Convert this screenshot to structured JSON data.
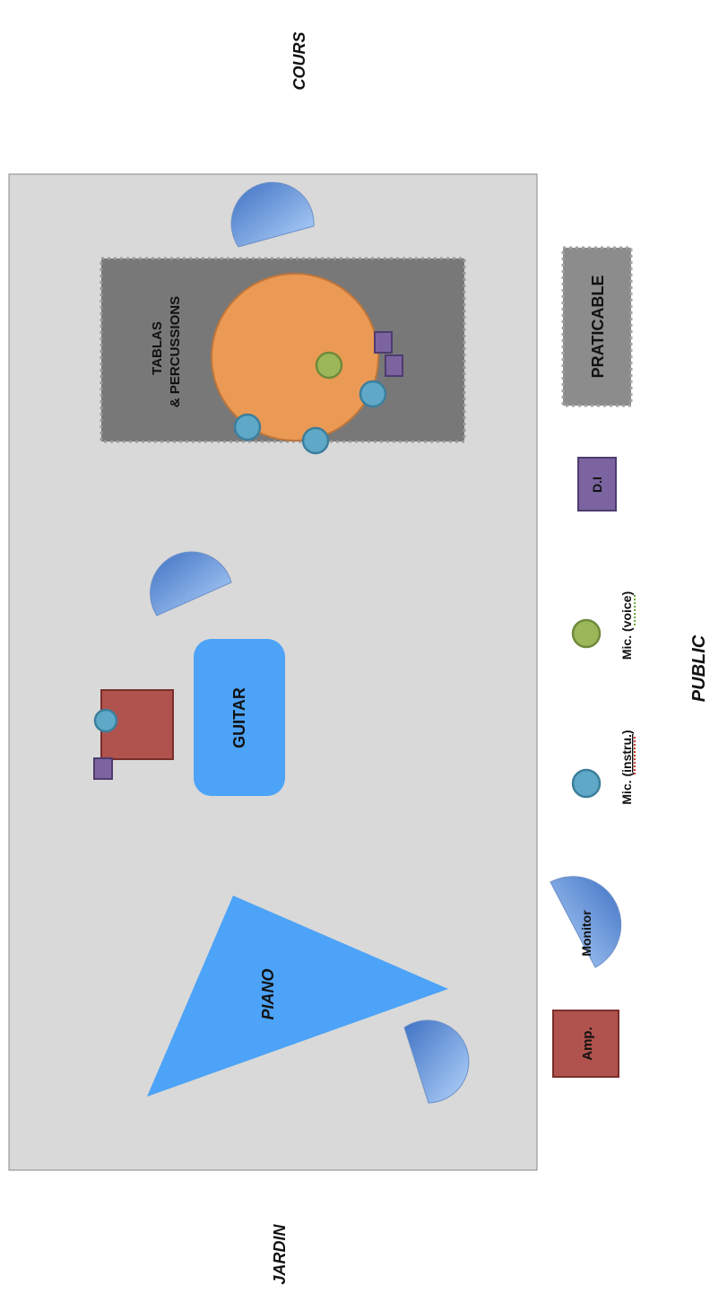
{
  "stage": {
    "side_top": "COURS",
    "side_bottom": "JARDIN",
    "audience": "PUBLIC",
    "background_color": "#d9d9d9"
  },
  "instruments": {
    "piano": "PIANO",
    "guitar": "GUITAR",
    "percussion_line1": "TABLAS",
    "percussion_line2": "& PERCUSSIONS"
  },
  "legend": {
    "amp": "Amp.",
    "monitor": "Monitor",
    "mic_instru_prefix": "Mic. (",
    "mic_instru_word": "instru.",
    "mic_instru_suffix": ")",
    "mic_voice_prefix": "Mic. (",
    "mic_voice_word": "voice",
    "mic_voice_suffix": ")",
    "di": "D.I",
    "praticable": "PRATICABLE"
  },
  "colors": {
    "piano": "#4da3f7",
    "guitar": "#4da3f7",
    "amp_fill": "#b0524d",
    "amp_stroke": "#7a2f2b",
    "monitor_light": "#a9cbf7",
    "monitor_dark": "#4f7fcf",
    "mic_instru": "#5fa8c8",
    "mic_voice": "#9cb65a",
    "di": "#7b64a0",
    "praticable": "#7a7a7a",
    "percussion_rug": "#eb9a55"
  }
}
